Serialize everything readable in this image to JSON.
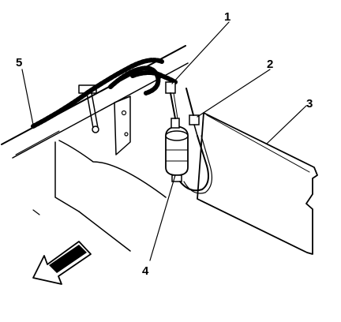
{
  "callouts": [
    {
      "id": "c1",
      "label": "1"
    },
    {
      "id": "c2",
      "label": "2"
    },
    {
      "id": "c3",
      "label": "3"
    },
    {
      "id": "c4",
      "label": "4"
    },
    {
      "id": "c5",
      "label": "5"
    }
  ],
  "colors": {
    "line": "#000000",
    "background": "#ffffff",
    "arrow_fill": "#ffffff"
  }
}
